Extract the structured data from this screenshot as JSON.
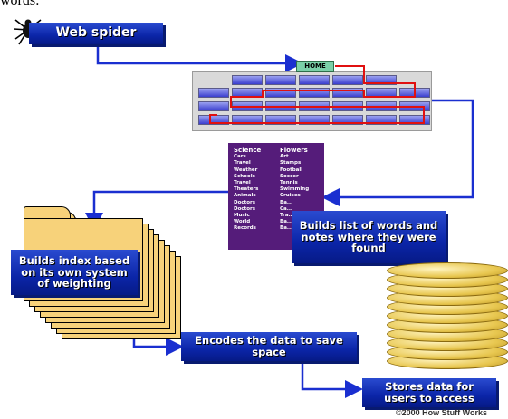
{
  "top_text": "words:",
  "boxes": {
    "web_spider": "Web spider",
    "builds_list": "Builds list of words and notes where they were found",
    "builds_index": "Builds index based on its own system of weighting",
    "encodes": "Encodes the data to save space",
    "stores": "Stores data for users to access"
  },
  "home_label": "HOME",
  "word_list": {
    "col1": [
      "Science",
      "Cars",
      "Travel",
      "Weather",
      "Schools",
      "Travel",
      "Theaters",
      "Animals",
      "Doctors",
      "Doctors",
      "Music",
      "World",
      "Records"
    ],
    "col2": [
      "Flowers",
      "Art",
      "Stamps",
      "Football",
      "Soccer",
      "Tennis",
      "Swimming",
      "Cruises",
      "Ba...",
      "Ca...",
      "Tra...",
      "Ba...",
      "Ba..."
    ]
  },
  "credit": "©2000 How Stuff Works",
  "colors": {
    "box_blue": "#0b25a8",
    "arrow_blue": "#1a2fd0",
    "crawl_red": "#e01010",
    "folder_yellow": "#f7d27a",
    "list_purple": "#551c7a",
    "disk_gold": "#e8c750"
  },
  "icons": [
    "spider-icon",
    "stacked-folders-icon",
    "disk-stack-icon"
  ]
}
